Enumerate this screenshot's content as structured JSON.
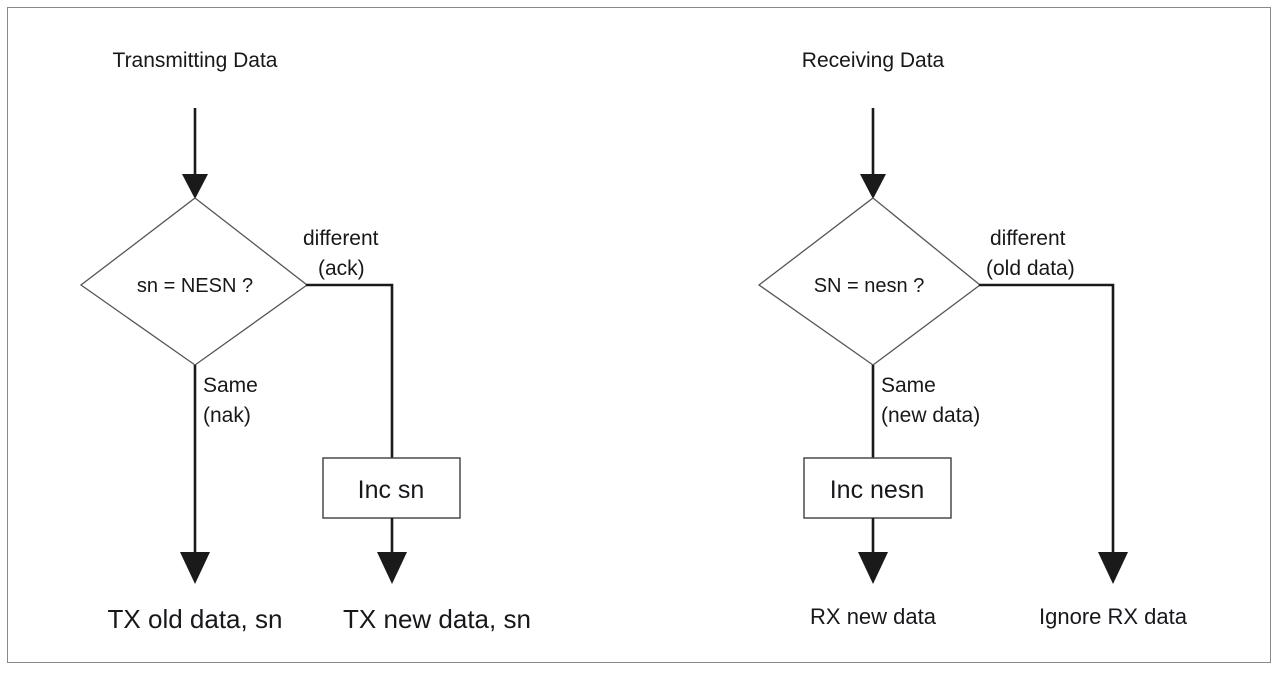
{
  "figure": {
    "border_color": "#8a8a8a",
    "line_color": "#1a1a1a",
    "text_color": "#17171c",
    "background": "#ffffff"
  },
  "panels": [
    {
      "id": "transmitting",
      "title": "Transmitting Data",
      "decision": "sn = NESN ?",
      "branch_false": {
        "line1": "different",
        "line2": "(ack)"
      },
      "branch_true": {
        "line1": "Same",
        "line2": "(nak)"
      },
      "process": "Inc sn",
      "outcome_true": "TX old data, sn",
      "outcome_false": "TX new data, sn"
    },
    {
      "id": "receiving",
      "title": "Receiving Data",
      "decision": "SN = nesn ?",
      "branch_false": {
        "line1": "different",
        "line2": "(old data)"
      },
      "branch_true": {
        "line1": "Same",
        "line2": "(new data)"
      },
      "process": "Inc nesn",
      "outcome_true": "RX new data",
      "outcome_false": "Ignore RX data"
    }
  ]
}
